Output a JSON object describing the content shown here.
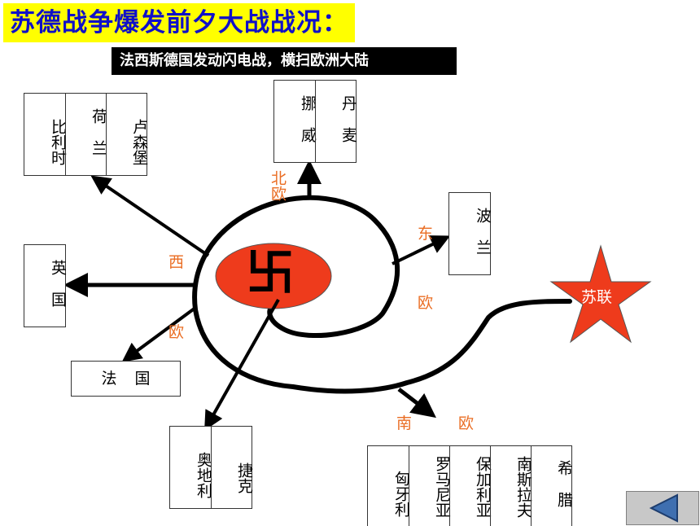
{
  "title": "苏德战争爆发前夕大战战况：",
  "subtitle": "法西斯德国发动闪电战，横扫欧洲大陆",
  "center_label": "卐",
  "ussr_label": "苏联",
  "directions": {
    "north_1": "北",
    "north_2": "欧",
    "west_1": "西",
    "west_2": "欧",
    "east_1": "东",
    "east_2": "欧",
    "south_1": "南",
    "south_2": "欧"
  },
  "groups": {
    "benelux": [
      "比利时",
      "荷兰",
      "卢森堡"
    ],
    "nordic": [
      "挪威",
      "丹麦"
    ],
    "poland": "波兰",
    "uk": "英国",
    "france": "法国",
    "central": [
      "奥地利",
      "捷克"
    ],
    "balkans": [
      "匈牙利",
      "罗马尼亚",
      "保加利亚",
      "南斯拉夫",
      "希腊"
    ]
  },
  "colors": {
    "title_bg": "#ffff00",
    "title_text": "#1010c8",
    "center_ellipse": "#ee3b1c",
    "star": "#ee3b1c",
    "direction_text": "#ea6d23"
  }
}
